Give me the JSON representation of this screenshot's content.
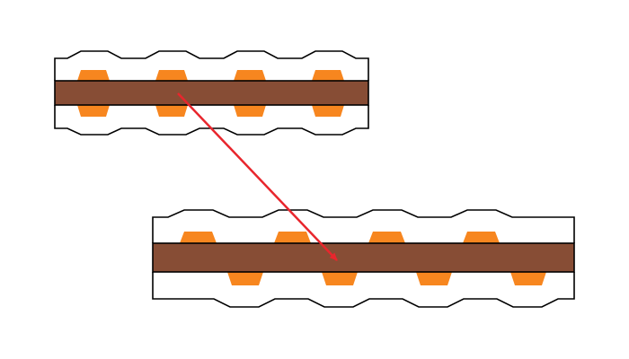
{
  "colors": {
    "background": "#ffffff",
    "outline": "#000000",
    "core": "#874d35",
    "copper": "#f7861f",
    "arrow": "#e8262d"
  },
  "diagram": {
    "type": "cross-section-transformation",
    "elements": [
      {
        "name": "original-section",
        "layers": [
          "top-outline",
          "copper-pads-top",
          "core-bar",
          "copper-pads-bottom",
          "bottom-outline"
        ],
        "pad_arrangement": "aligned",
        "top_pad_count": 4,
        "bottom_pad_count": 4
      },
      {
        "name": "transformed-section",
        "layers": [
          "top-outline",
          "copper-pads-top",
          "core-bar",
          "copper-pads-bottom",
          "bottom-outline"
        ],
        "pad_arrangement": "staggered",
        "top_pad_count": 4,
        "bottom_pad_count": 4
      }
    ],
    "arrow": {
      "from": "original-section",
      "to": "transformed-section"
    }
  }
}
